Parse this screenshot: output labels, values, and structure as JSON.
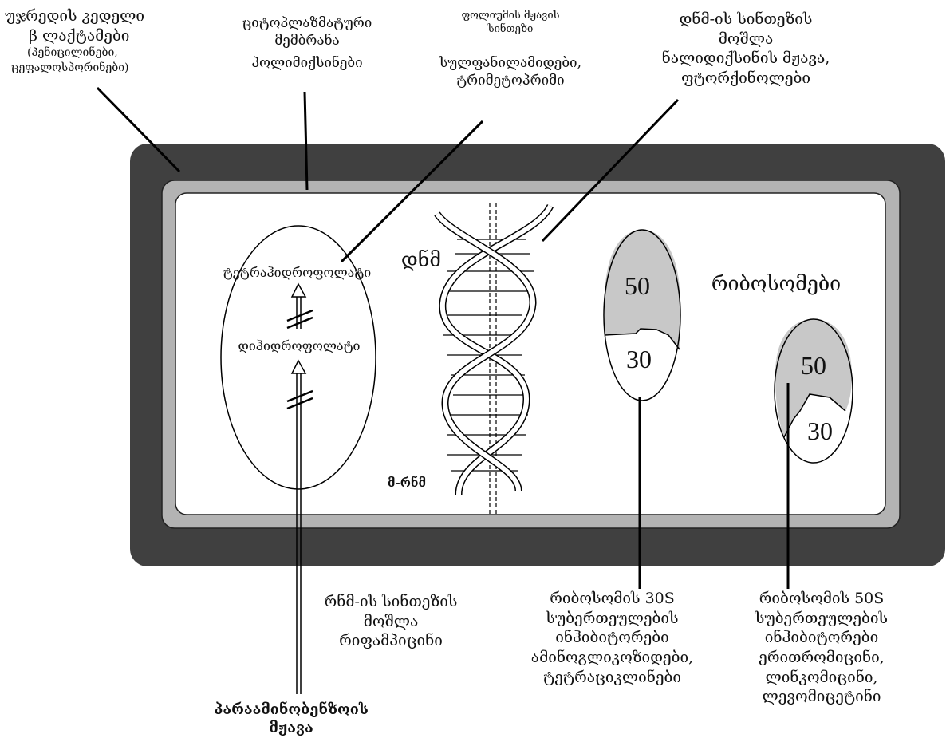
{
  "labels": {
    "cell_wall": [
      "უჯრედის კედელი",
      "β ლაქტამები",
      "(პენიცილინები,",
      "ცეფალოსპორინები)"
    ],
    "cyto_membrane": [
      "ციტოპლაზმატური",
      "მემბრანა",
      "პოლიმიქსინები"
    ],
    "folic": [
      "ფოლიუმის მჟავის",
      "სინთეზი"
    ],
    "sulfa": [
      "სულფანილამიდები,",
      "ტრიმეტოპრიმი"
    ],
    "dna_synth": [
      "დნმ-ის სინთეზის",
      "მოშლა",
      "ნალიდიქსინის მჟავა,",
      "ფტორქინოლები"
    ],
    "thf": "ტეტრაჰიდროფოლატი",
    "dhf": "დიჰიდროფოლატი",
    "dna": "დნმ",
    "mrna": "მ-რნმ",
    "ribosomes": "რიბოსომები",
    "rna_synth": [
      "რნმ-ის სინთეზის",
      "მოშლა",
      "რიფამპიცინი"
    ],
    "paba": [
      "პარაამინობენზოის",
      "მჟავა"
    ],
    "sub30": [
      "რიბოსომის 30S",
      "სუბერთეულების",
      "ინჰიბიტორები",
      "ამინოგლიკოზიდები,",
      "ტეტრაციკლინები"
    ],
    "sub50": [
      "რიბოსომის 50S",
      "სუბერთეულების",
      "ინჰიბიტორები",
      "ერითრომიცინი,",
      "ლინკომიცინი,",
      "ლევომიცეტინი"
    ]
  },
  "ribosome_numbers": {
    "r1_top": "50",
    "r1_bottom": "30",
    "r2_top": "50",
    "r2_bottom": "30"
  },
  "colors": {
    "wall": "#404040",
    "membrane": "#b3b3b3",
    "ribo_large": "#c8c8c8",
    "line": "#000000"
  }
}
